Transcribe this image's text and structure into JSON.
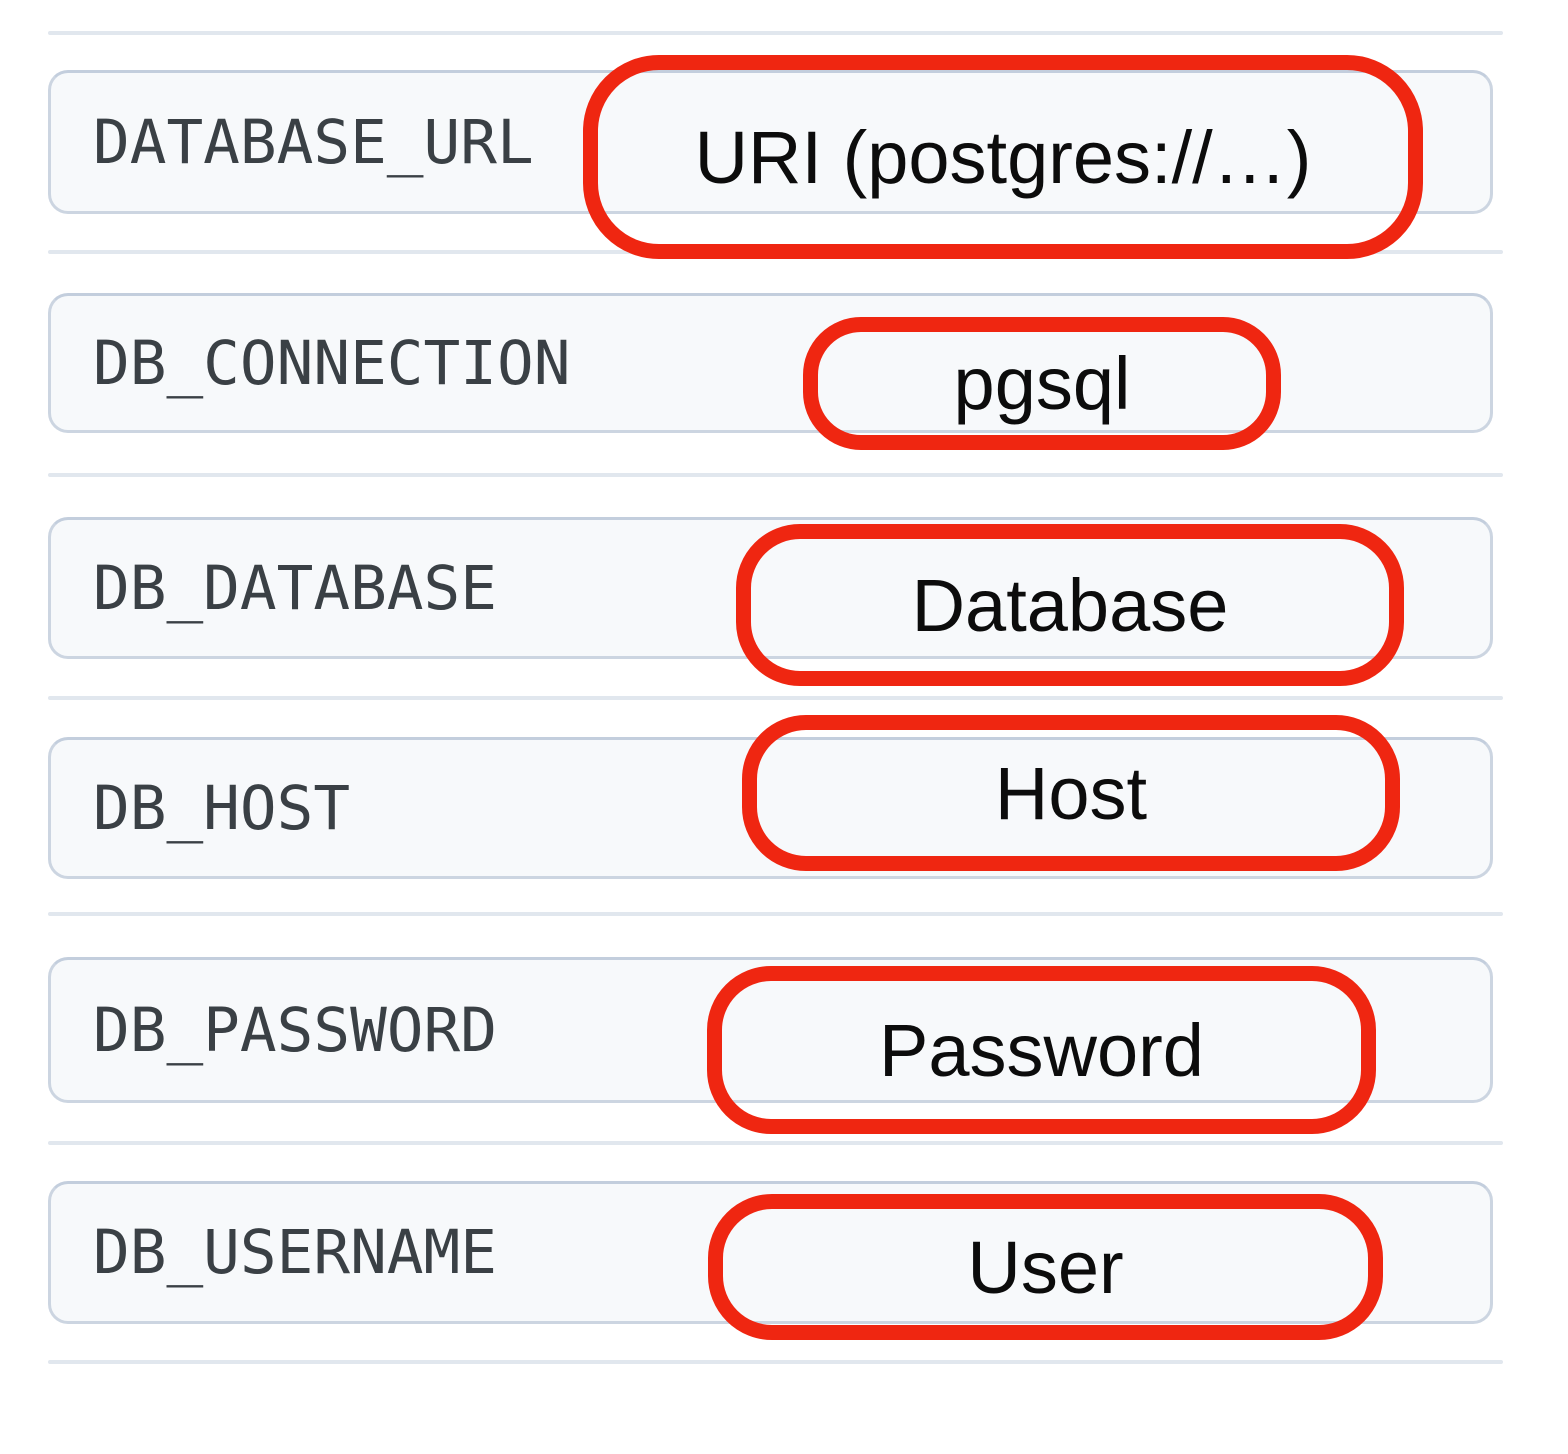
{
  "env_vars": {
    "rows": [
      {
        "key": "DATABASE_URL",
        "value": "URI (postgres://…)"
      },
      {
        "key": "DB_CONNECTION",
        "value": "pgsql"
      },
      {
        "key": "DB_DATABASE",
        "value": "Database"
      },
      {
        "key": "DB_HOST",
        "value": "Host"
      },
      {
        "key": "DB_PASSWORD",
        "value": "Password"
      },
      {
        "key": "DB_USERNAME",
        "value": "User"
      }
    ]
  },
  "colors": {
    "field_background": "#f7f9fb",
    "field_border": "#ccd5e1",
    "divider": "#e1e7ee",
    "key_text": "#3a4045",
    "value_text": "#0c0c0c",
    "annotation_red": "#ef2611"
  }
}
